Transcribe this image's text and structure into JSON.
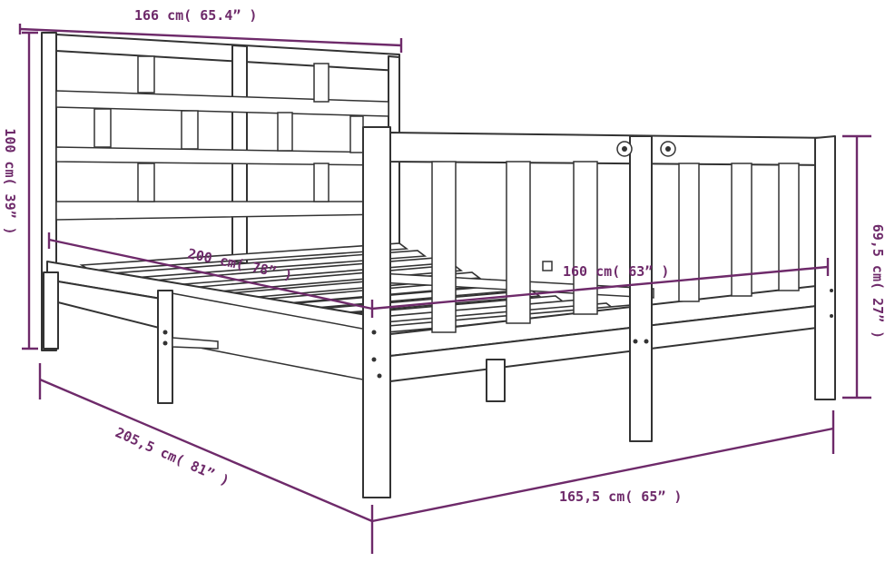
{
  "colors": {
    "dimension": "#6e2a6a",
    "outline": "#333333",
    "background": "#ffffff"
  },
  "dimensions": {
    "headboard_width": "166 cm( 65.4” )",
    "headboard_height": "100 cm( 39” )",
    "mattress_length": "200 cm( 78” )",
    "mattress_width": "160 cm( 63” )",
    "footboard_height": "69,5 cm( 27” )",
    "overall_length": "205,5 cm( 81” )",
    "overall_width": "165,5 cm( 65” )"
  }
}
